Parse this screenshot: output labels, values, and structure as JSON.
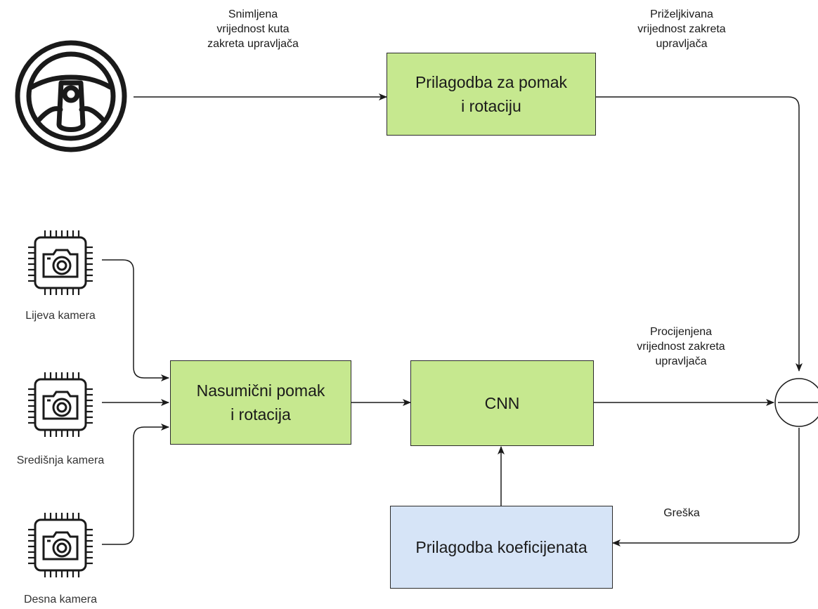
{
  "labels": {
    "recorded": "Snimljena\nvrijednost kuta\nzakreta upravljača",
    "desired": "Priželjkivana\nvrijednost zakreta\nupravljača",
    "estimated": "Procijenjena\nvrijednost  zakreta\nupravljača",
    "error": "Greška"
  },
  "boxes": {
    "adjust_shift": "Prilagodba za pomak\ni rotaciju",
    "random_shift": "Nasumični pomak\ni rotacija",
    "cnn": "CNN",
    "adjust_coef": "Prilagodba koeficijenata"
  },
  "cameras": {
    "left": "Lijeva kamera",
    "center": "Središnja kamera",
    "right": "Desna kamera"
  },
  "colors": {
    "green_box": "#c6e88f",
    "blue_box": "#d6e4f7",
    "line": "#1a1a1a"
  },
  "icons": [
    "steering-wheel-icon",
    "camera-chip-icon",
    "subtract-icon"
  ]
}
